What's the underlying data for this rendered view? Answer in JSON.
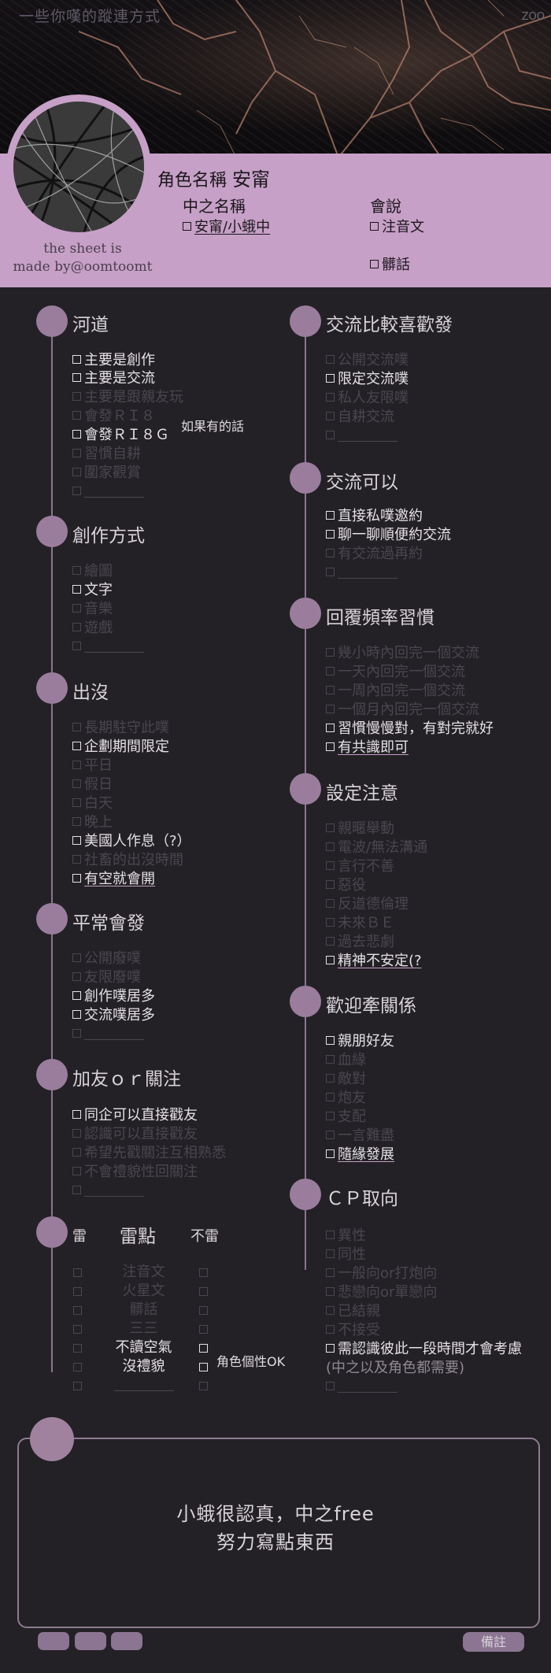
{
  "header": {
    "title": "一些你嘆的蹤連方式",
    "tag": "ZOO"
  },
  "credit": {
    "line1": "the sheet is",
    "line2": "made by@oomtoomt"
  },
  "profile": {
    "role_label": "角色名稱",
    "role_name": "安甯",
    "pl_label": "中之名稱",
    "pl_name": "安甯/小蛾中",
    "lang_label": "會說",
    "lang_1": "注音文",
    "lang_2": "髒話"
  },
  "sections": {
    "river": {
      "title": "河道",
      "items": [
        "主要是創作",
        "主要是交流",
        "主要是跟親友玩",
        "會發ＲＩ８",
        "會發ＲＩ８Ｇ",
        "習慣自耕",
        "圍家觀賞"
      ],
      "note": "如果有的話"
    },
    "create": {
      "title": "創作方式",
      "items": [
        "繪圖",
        "文字",
        "音樂",
        "遊戲"
      ]
    },
    "presence": {
      "title": "出沒",
      "items": [
        "長期駐守此噗",
        "企劃期間限定",
        "平日",
        "假日",
        "白天",
        "晚上",
        "美國人作息（?）",
        "社畜的出沒時間",
        "有空就會開"
      ]
    },
    "usual": {
      "title": "平常會發",
      "items": [
        "公開廢噗",
        "友限廢噗",
        "創作噗居多",
        "交流噗居多"
      ]
    },
    "friend": {
      "title": "加友ｏｒ關注",
      "items": [
        "同企可以直接戳友",
        "認識可以直接戳友",
        "希望先戳關注互相熟悉",
        "不會禮貌性回關注"
      ]
    },
    "lei": {
      "title": "雷",
      "center": "雷點",
      "right": "不雷",
      "items": [
        "注音文",
        "火星文",
        "髒話",
        "三三",
        "不讀空氣",
        "沒禮貌"
      ],
      "note": "角色個性OK"
    },
    "exchange": {
      "title": "交流比較喜歡發",
      "items": [
        "公開交流噗",
        "限定交流噗",
        "私人友限噗",
        "自耕交流"
      ]
    },
    "canexchange": {
      "title": "交流可以",
      "items": [
        "直接私噗邀約",
        "聊一聊順便約交流",
        "有交流過再約"
      ]
    },
    "reply": {
      "title": "回覆頻率習慣",
      "items": [
        "幾小時內回完一個交流",
        "一天內回完一個交流",
        "一周內回完一個交流",
        "一個月內回完一個交流",
        "習慣慢慢對，有對完就好",
        "有共識即可"
      ]
    },
    "attention": {
      "title": "設定注意",
      "items": [
        "親暱舉動",
        "電波/無法溝通",
        "言行不善",
        "惡役",
        "反道德倫理",
        "未來ＢＥ",
        "過去悲劇",
        "精神不安定(?"
      ]
    },
    "welcome": {
      "title": "歡迎牽關係",
      "items": [
        "親朋好友",
        "血緣",
        "敵對",
        "炮友",
        "支配",
        "一言難盡",
        "隨緣發展"
      ]
    },
    "cp": {
      "title": "ＣＰ取向",
      "items": [
        "異性",
        "同性",
        "一般向or打炮向",
        "悲戀向or單戀向",
        "已結親",
        "不接受",
        "需認識彼此一段時間才會考慮",
        "(中之以及角色都需要)"
      ]
    }
  },
  "memo": {
    "line1": "小蛾很認真，中之free",
    "line2": "努力寫點東西",
    "tab_label": "備註"
  }
}
